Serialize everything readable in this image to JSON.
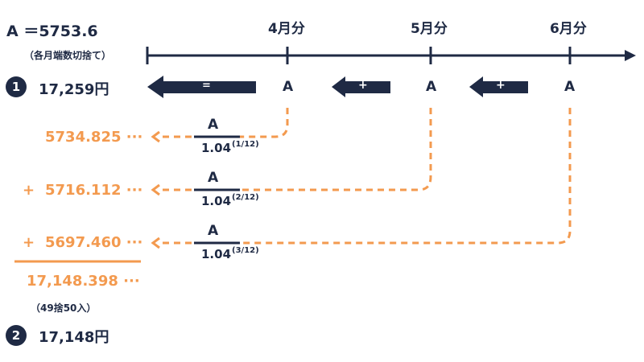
{
  "header": {
    "a_value": "A ＝5753.6",
    "note": "（各月端数切捨て）"
  },
  "timeline": {
    "months": [
      "4月分",
      "5月分",
      "6月分"
    ]
  },
  "row1": {
    "number": "1",
    "total": "17,259円",
    "ops": [
      "=",
      "+",
      "+"
    ],
    "a_labels": [
      "A",
      "A",
      "A"
    ]
  },
  "terms": [
    {
      "prefix": "",
      "value": "5734.825 ···",
      "numer": "A",
      "denom": "1.04",
      "exp": "(1/12)"
    },
    {
      "prefix": "+",
      "value": "5716.112 ···",
      "numer": "A",
      "denom": "1.04",
      "exp": "(2/12)"
    },
    {
      "prefix": "+",
      "value": "5697.460 ···",
      "numer": "A",
      "denom": "1.04",
      "exp": "(3/12)"
    }
  ],
  "sum": {
    "value": "17,148.398 ···",
    "rounding_note": "（49捨50入）"
  },
  "row2": {
    "number": "2",
    "total": "17,148円"
  },
  "colors": {
    "navy": "#1f2a44",
    "orange": "#f39a4f"
  }
}
